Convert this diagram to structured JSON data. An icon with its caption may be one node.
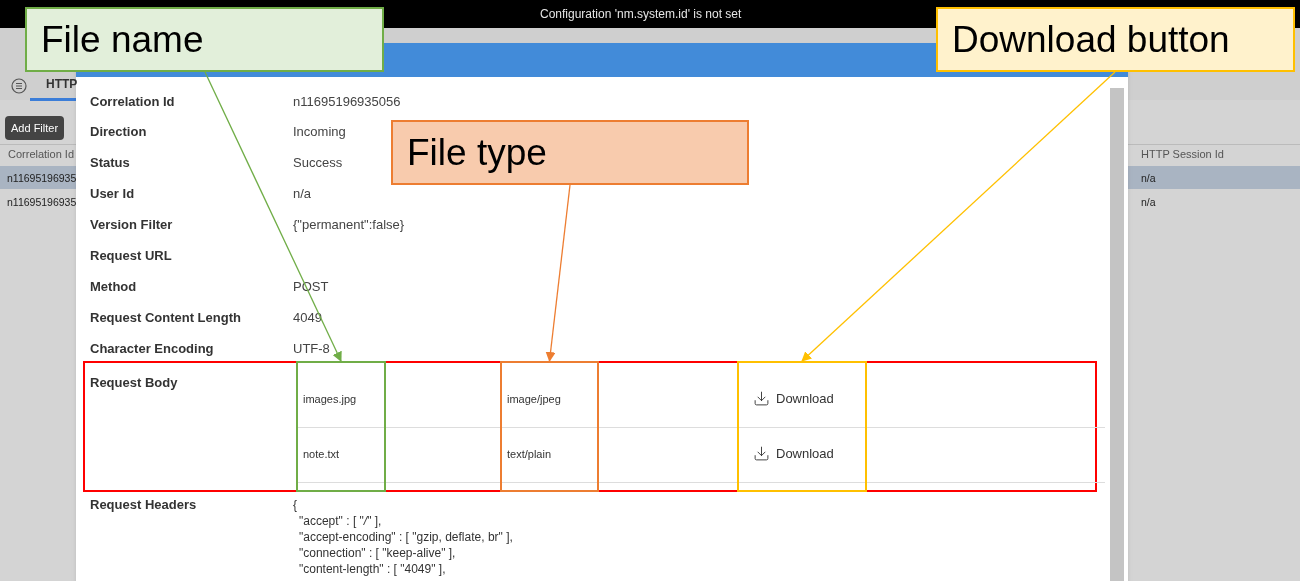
{
  "diagram": {
    "nodes": [
      {
        "text": [
          "File name"
        ]
      },
      {
        "text": [
          "File type"
        ]
      },
      {
        "text": [
          "Download button"
        ]
      },
      {
        "text": [
          "Request Body"
        ]
      },
      {
        "text": [
          "images.jpg",
          "note.txt"
        ],
        "in": 3
      },
      {
        "text": [
          "image/jpeg",
          "text/plain"
        ],
        "in": 3
      },
      {
        "text": [
          "Download",
          "Download"
        ],
        "in": 3
      }
    ],
    "edges": [
      {
        "from": 0,
        "to": 4,
        "arrow": "to",
        "color": "#70ad47"
      },
      {
        "from": 1,
        "to": 5,
        "arrow": "to",
        "color": "#ed7d31"
      },
      {
        "from": 2,
        "to": 6,
        "arrow": "to",
        "color": "#ffc000"
      }
    ],
    "labels": [
      "Configuration 'nm.system.id' is not set",
      "HTTP",
      "Add Filter",
      "Correlation Id",
      "HTTP Session Id",
      "n11695196935",
      "n/a",
      "n11695196935",
      "n/a",
      "Correlation Id",
      "n11695196935056",
      "Direction",
      "Incoming",
      "Status",
      "Success",
      "User Id",
      "n/a",
      "Version Filter",
      "{\"permanent\":false}",
      "Request URL",
      "Method",
      "POST",
      "Request Content Length",
      "4049",
      "Character Encoding",
      "UTF-8",
      "Request Headers",
      "{",
      "\"accept\" : [ \"*/*\" ],",
      "\"accept-encoding\" : [ \"gzip, deflate, br\" ],",
      "\"connection\" : [ \"keep-alive\" ],",
      "\"content-length\" : [ \"4049\" ],"
    ]
  }
}
